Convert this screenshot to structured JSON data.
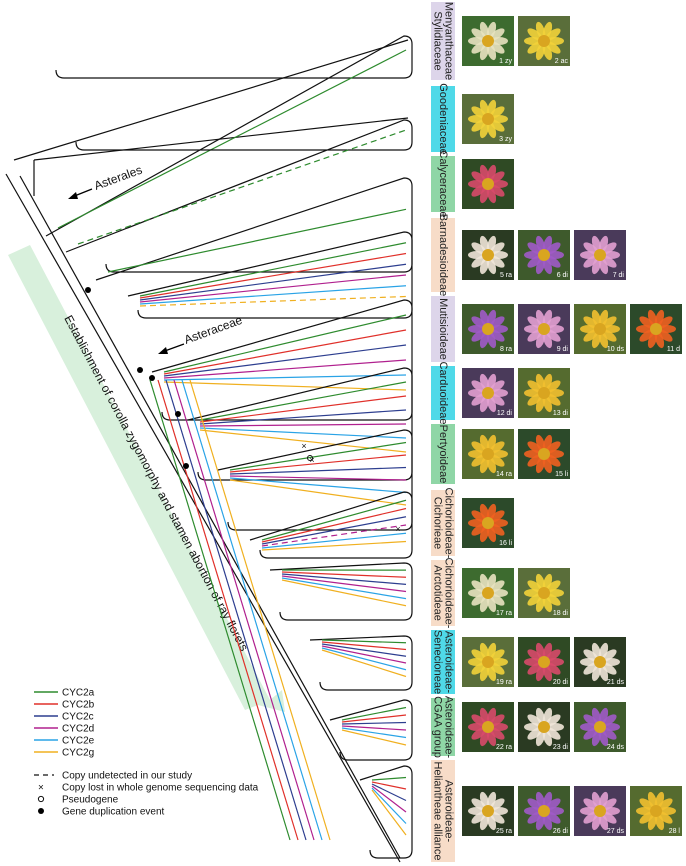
{
  "colors": {
    "CYC2a": "#2e8b2e",
    "CYC2b": "#e0302a",
    "CYC2c": "#2d3e8f",
    "CYC2d": "#b0208e",
    "CYC2e": "#2aa3e6",
    "CYC2g": "#f0b020",
    "backbone": "#111111",
    "arrow_band": "#d8f0dc"
  },
  "annotations": {
    "asterales": "Asterales",
    "asteraceae": "Asteraceae",
    "big_arrow": "Establishment of corolla zygomorphy and stamen abortion of ray florets"
  },
  "legend": {
    "genes": [
      "CYC2a",
      "CYC2b",
      "CYC2c",
      "CYC2d",
      "CYC2e",
      "CYC2g"
    ],
    "symbols": [
      {
        "glyph": "dash",
        "label": "Copy undetected in our study"
      },
      {
        "glyph": "cross",
        "label": "Copy lost in whole genome sequencing data"
      },
      {
        "glyph": "open-circle",
        "label": "Pseudogene"
      },
      {
        "glyph": "dot",
        "label": "Gene duplication event"
      }
    ]
  },
  "clades": [
    {
      "lines": [
        "Menyanthaceae",
        "Stylidiaceae"
      ],
      "color": "#ddd5ea"
    },
    {
      "lines": [
        "Goodeniaceae"
      ],
      "color": "#4fd9e8"
    },
    {
      "lines": [
        "Calyceraceae"
      ],
      "color": "#8fd6a6"
    },
    {
      "lines": [
        "Barnadesioideae"
      ],
      "color": "#f7dcc8"
    },
    {
      "lines": [
        "Mutisioideae"
      ],
      "color": "#ddd5ea"
    },
    {
      "lines": [
        "Carduoideae"
      ],
      "color": "#4fd9e8"
    },
    {
      "lines": [
        "Pertyoideae"
      ],
      "color": "#8fd6a6"
    },
    {
      "lines": [
        "Cichorioideae-",
        "Cichorieae"
      ],
      "color": "#f7dcc8"
    },
    {
      "lines": [
        "Cichorioideae-",
        "Arctotideae"
      ],
      "color": "#f7dcc8"
    },
    {
      "lines": [
        "Asteroideae-",
        "Senecioneae"
      ],
      "color": "#4fd9e8"
    },
    {
      "lines": [
        "Asteroideae-",
        "CGAA group"
      ],
      "color": "#8fd6a6"
    },
    {
      "lines": [
        "Asteroideae-",
        "Heliantheae alliance"
      ],
      "color": "#f7dcc8"
    }
  ],
  "photos": [
    {
      "clade": 0,
      "labels": [
        "1 zy",
        "2 ac"
      ]
    },
    {
      "clade": 1,
      "labels": [
        "3 zy"
      ]
    },
    {
      "clade": 2,
      "labels": [
        ""
      ]
    },
    {
      "clade": 3,
      "labels": [
        "5 ra",
        "6 di",
        "7 di"
      ]
    },
    {
      "clade": 4,
      "labels": [
        "8 ra",
        "9 di",
        "10 ds",
        "11 d"
      ]
    },
    {
      "clade": 5,
      "labels": [
        "12 di",
        "13 di"
      ]
    },
    {
      "clade": 6,
      "labels": [
        "14 ra",
        "15 li"
      ]
    },
    {
      "clade": 7,
      "labels": [
        "16 li"
      ]
    },
    {
      "clade": 8,
      "labels": [
        "17 ra",
        "18 di"
      ]
    },
    {
      "clade": 9,
      "labels": [
        "19 ra",
        "20 di",
        "21 ds"
      ]
    },
    {
      "clade": 10,
      "labels": [
        "22 ra",
        "23 di",
        "24 ds"
      ]
    },
    {
      "clade": 11,
      "labels": [
        "25 ra",
        "26 di",
        "27 ds",
        "28 l"
      ]
    }
  ]
}
